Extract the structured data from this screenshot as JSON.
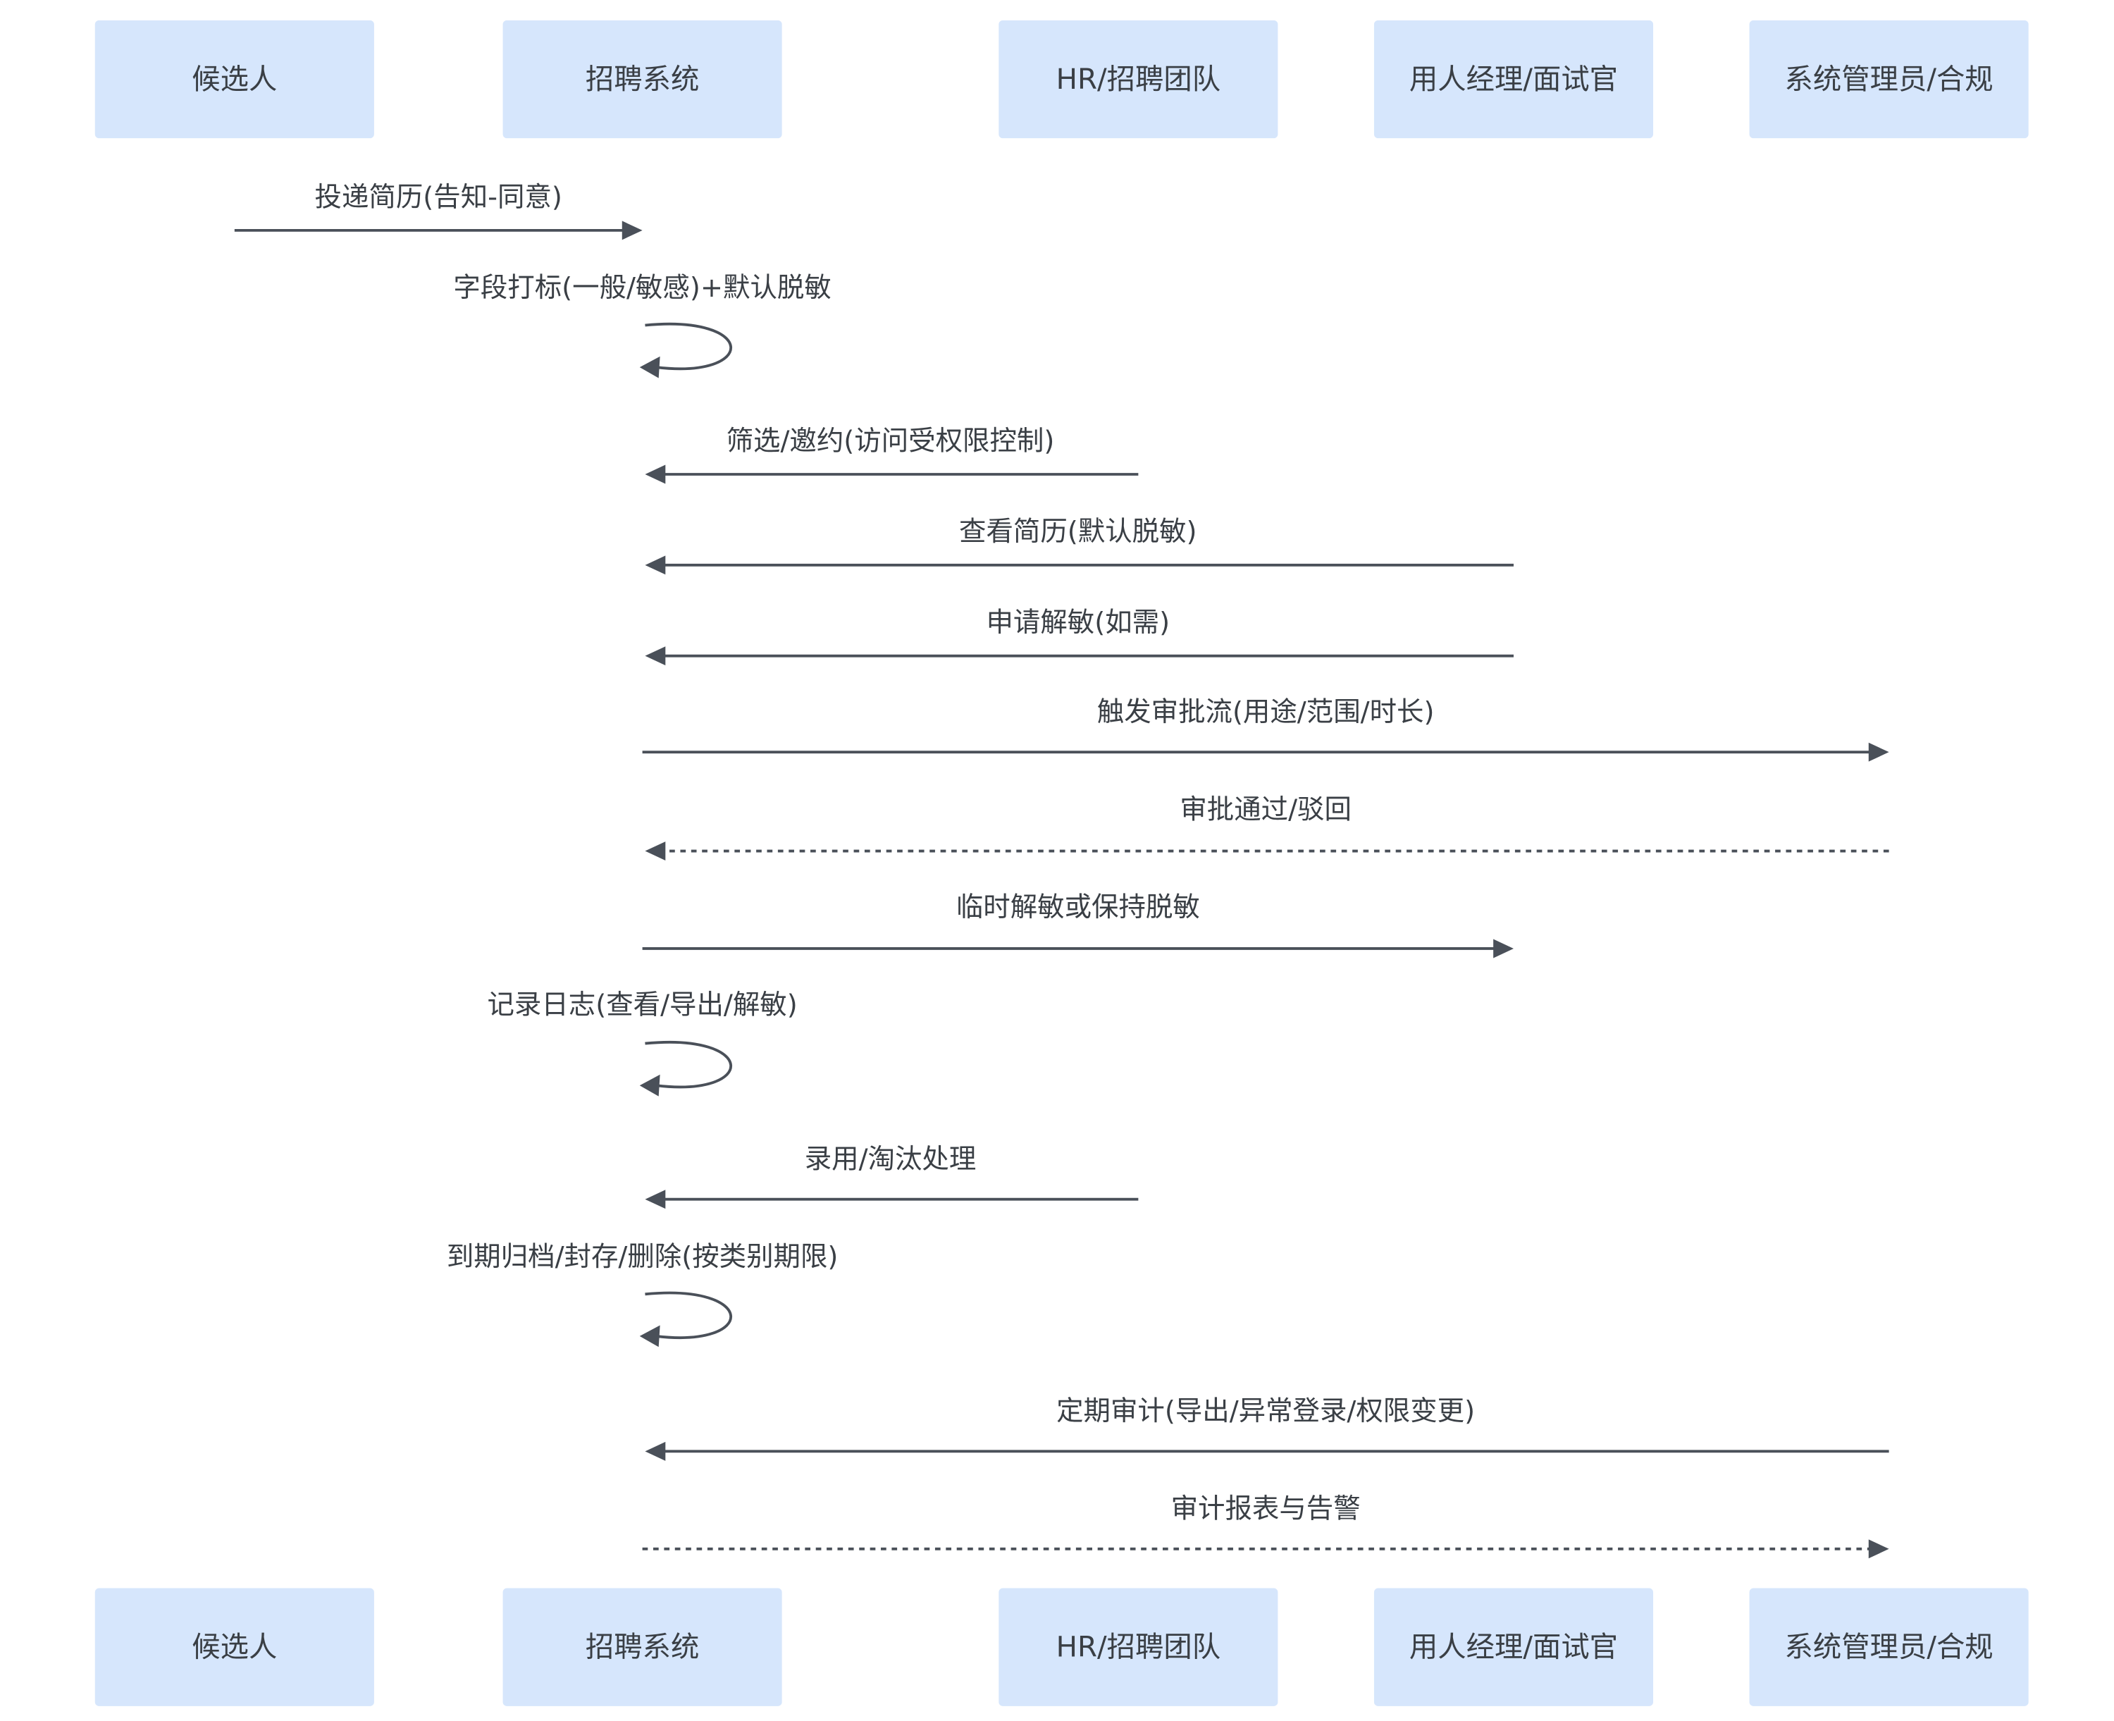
{
  "actors": [
    {
      "id": "candidate",
      "label": "候选人"
    },
    {
      "id": "system",
      "label": "招聘系统"
    },
    {
      "id": "hr",
      "label": "HR/招聘团队"
    },
    {
      "id": "manager",
      "label": "用人经理/面试官"
    },
    {
      "id": "admin",
      "label": "系统管理员/合规"
    }
  ],
  "messages": [
    {
      "from": 0,
      "to": 1,
      "label": "投递简历(告知-同意)",
      "style": "solid"
    },
    {
      "from": 1,
      "to": 1,
      "label": "字段打标(一般/敏感)+默认脱敏",
      "style": "solid"
    },
    {
      "from": 2,
      "to": 1,
      "label": "筛选/邀约(访问受权限控制)",
      "style": "solid"
    },
    {
      "from": 3,
      "to": 1,
      "label": "查看简历(默认脱敏)",
      "style": "solid"
    },
    {
      "from": 3,
      "to": 1,
      "label": "申请解敏(如需)",
      "style": "solid"
    },
    {
      "from": 1,
      "to": 4,
      "label": "触发审批流(用途/范围/时长)",
      "style": "solid"
    },
    {
      "from": 4,
      "to": 1,
      "label": "审批通过/驳回",
      "style": "dashed"
    },
    {
      "from": 1,
      "to": 3,
      "label": "临时解敏或保持脱敏",
      "style": "solid"
    },
    {
      "from": 1,
      "to": 1,
      "label": "记录日志(查看/导出/解敏)",
      "style": "solid"
    },
    {
      "from": 2,
      "to": 1,
      "label": "录用/淘汰处理",
      "style": "solid"
    },
    {
      "from": 1,
      "to": 1,
      "label": "到期归档/封存/删除(按类别期限)",
      "style": "solid"
    },
    {
      "from": 4,
      "to": 1,
      "label": "定期审计(导出/异常登录/权限变更)",
      "style": "solid"
    },
    {
      "from": 1,
      "to": 4,
      "label": "审计报表与告警",
      "style": "dashed"
    }
  ]
}
